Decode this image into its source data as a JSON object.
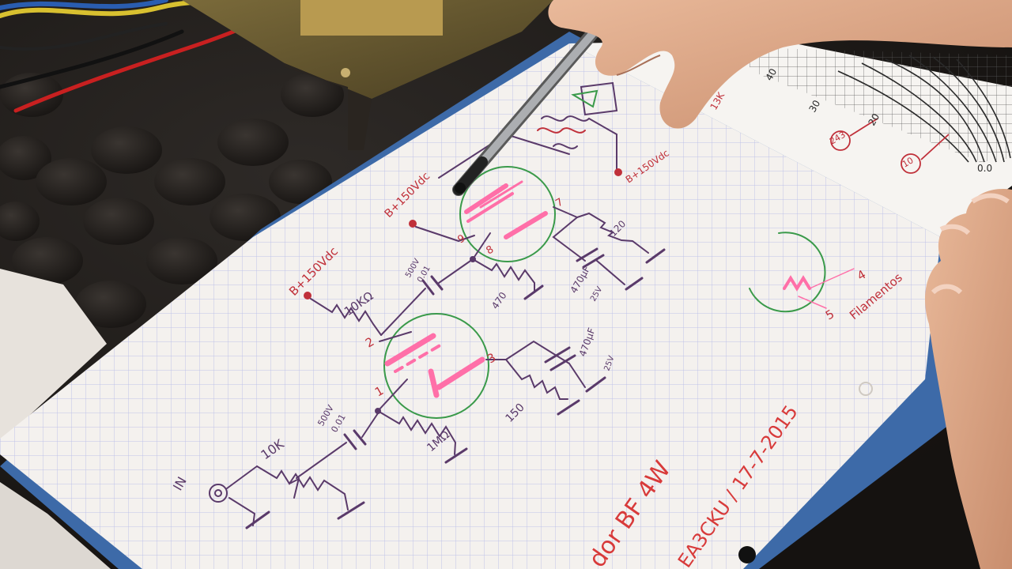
{
  "colors": {
    "ink": "#5a3a6a",
    "red_ink": "#c0303a",
    "green_ink": "#3a9a4a",
    "highlighter": "#ff6fa8",
    "grid": "#b9bce6",
    "paper": "#f4f1ee"
  },
  "schematic": {
    "input_label": "IN",
    "pot_label": "10K",
    "cap_in_voltage": "500V",
    "cap_in_value": "0.01",
    "grid_resistor_1": "1MΩ",
    "pin_1": "1",
    "pin_2": "2",
    "pin_3": "3",
    "cathode_resistor_1": "150",
    "cathode_cap_1": "470µF",
    "cathode_cap_1_voltage": "25V",
    "plate_resistor_1": "10KΩ",
    "bplus_1": "B+150Vdc",
    "cap_coupling_voltage": "500V",
    "cap_coupling_value": "0.01",
    "grid_resistor_2": "470",
    "pin_8": "8",
    "pin_9": "9",
    "pin_7": "7",
    "bplus_2": "B+150Vdc",
    "cathode_resistor_2": "120",
    "cathode_cap_2": "470µF",
    "cathode_cap_2_voltage": "25V",
    "bplus_3": "B+150Vdc",
    "pin_4": "4",
    "pin_5": "5",
    "filament_label": "Filamentos",
    "title_fragment": "dor BF 4W",
    "author_fragment": "EA3CKU / 17-7-2015"
  },
  "curve_sheet": {
    "labels": [
      "40",
      "30",
      "20",
      "243",
      "10",
      "0.0",
      "13K"
    ]
  }
}
